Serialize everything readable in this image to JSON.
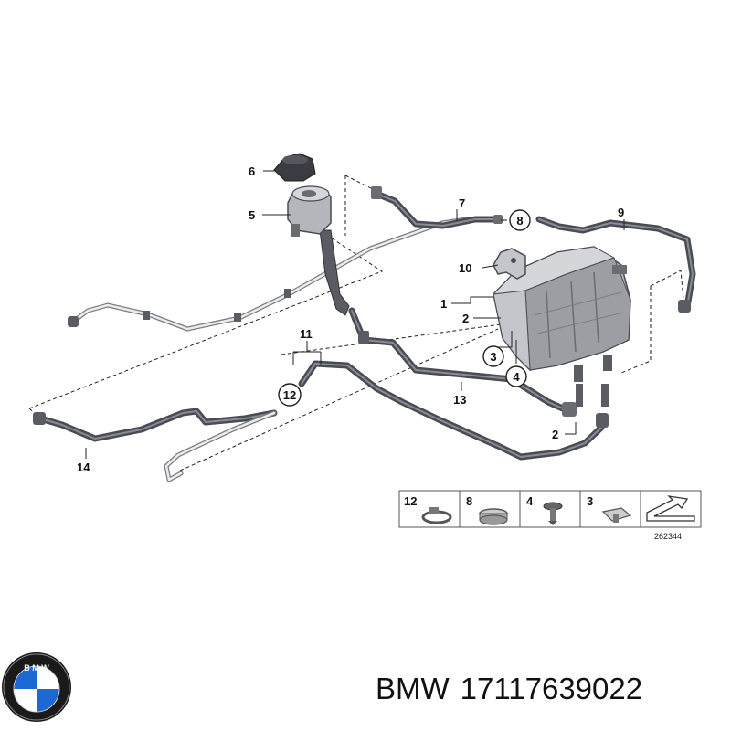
{
  "diagram": {
    "callouts": [
      {
        "id": "1",
        "label": "1"
      },
      {
        "id": "2",
        "label": "2"
      },
      {
        "id": "2b",
        "label": "2"
      },
      {
        "id": "3",
        "label": "3"
      },
      {
        "id": "4",
        "label": "4"
      },
      {
        "id": "5",
        "label": "5"
      },
      {
        "id": "6",
        "label": "6"
      },
      {
        "id": "7",
        "label": "7"
      },
      {
        "id": "8",
        "label": "8"
      },
      {
        "id": "9",
        "label": "9"
      },
      {
        "id": "10",
        "label": "10"
      },
      {
        "id": "11",
        "label": "11"
      },
      {
        "id": "12",
        "label": "12"
      },
      {
        "id": "13",
        "label": "13"
      },
      {
        "id": "14",
        "label": "14"
      }
    ],
    "legend": [
      {
        "label": "12",
        "icon": "hose-clamp-icon"
      },
      {
        "label": "8",
        "icon": "band-clamp-icon"
      },
      {
        "label": "4",
        "icon": "expanding-rivet-icon"
      },
      {
        "label": "3",
        "icon": "clip-nut-icon"
      },
      {
        "label": "",
        "icon": "arrow-direction-icon"
      }
    ],
    "diagram_number": "262344"
  },
  "caption": {
    "brand": "BMW",
    "part_number": "17117639022"
  },
  "logo": {
    "icon": "bmw-roundel-icon",
    "letters": "BMW",
    "colors": {
      "ring": "#1a1a1a",
      "blue": "#1c69d4",
      "white": "#ffffff"
    }
  }
}
